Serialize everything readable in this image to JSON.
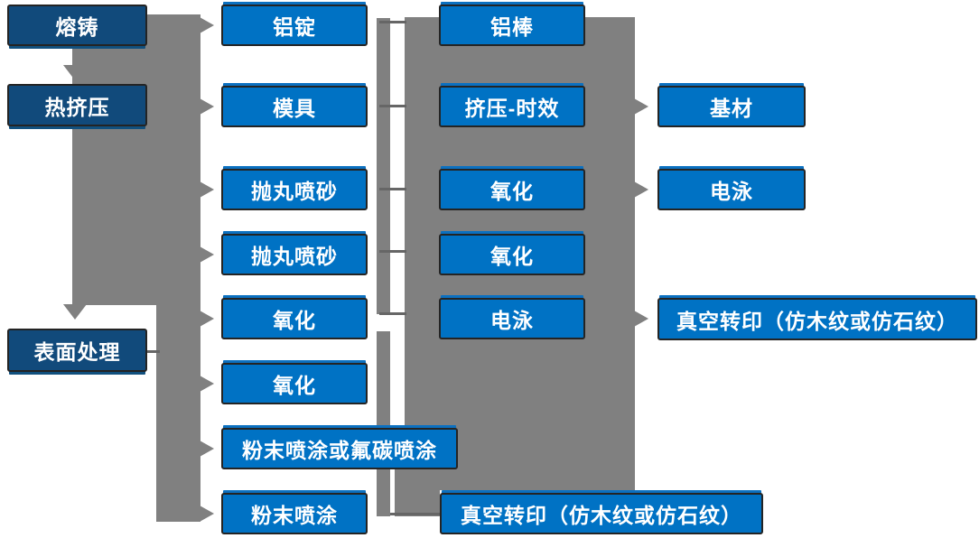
{
  "diagram_title": "",
  "nodes": {
    "melting": "熔铸",
    "hot_extrusion": "热挤压",
    "surface_treatment": "表面处理",
    "aluminum_ingot": "铝锭",
    "mold": "模具",
    "shot_blasting_1": "抛丸喷砂",
    "shot_blasting_2": "抛丸喷砂",
    "oxidation_1": "氧化",
    "oxidation_2": "氧化",
    "powder_or_fluorocarbon": "粉末喷涂或氟碳喷涂",
    "powder_coating": "粉末喷涂",
    "aluminum_bar": "铝棒",
    "extrusion_aging": "挤压-时效",
    "oxidation_3": "氧化",
    "oxidation_4": "氧化",
    "electrophoresis_1": "电泳",
    "vacuum_transfer_bottom": "真空转印（仿木纹或仿石纹）",
    "base_material": "基材",
    "electrophoresis_2": "电泳",
    "vacuum_transfer_right": "真空转印（仿木纹或仿石纹）"
  },
  "colors": {
    "process_box_blue": "#0072C4",
    "stage_box_dark_blue": "#114A7B",
    "connector_gray": "#808080",
    "connector_line_gray": "#666666",
    "box_border": "#242424",
    "text": "#FFFFFF",
    "background": "#FFFFFF"
  }
}
